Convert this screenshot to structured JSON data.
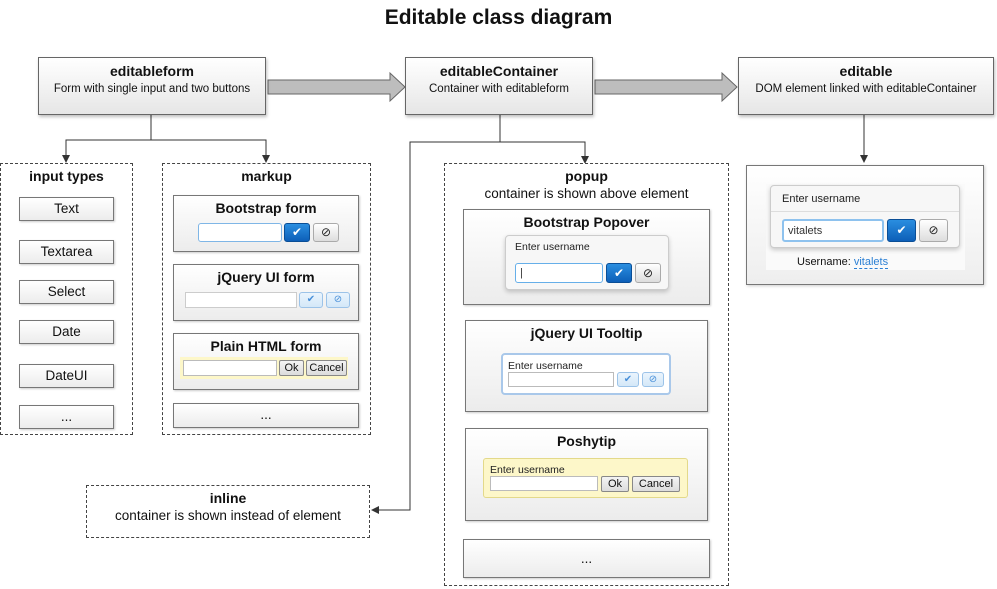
{
  "title": "Editable class diagram",
  "classes": {
    "editableform": {
      "name": "editableform",
      "desc": "Form with single input and two buttons"
    },
    "editableContainer": {
      "name": "editableContainer",
      "desc": "Container with editableform"
    },
    "editable": {
      "name": "editable",
      "desc": "DOM element linked with editableContainer"
    }
  },
  "input_types": {
    "title": "input types",
    "items": [
      "Text",
      "Textarea",
      "Select",
      "Date",
      "DateUI",
      "..."
    ]
  },
  "markup": {
    "title": "markup",
    "bootstrap": {
      "title": "Bootstrap form",
      "ok": "✔",
      "cancel": "⊘"
    },
    "jqueryui": {
      "title": "jQuery UI form",
      "ok": "✔",
      "cancel": "⊘"
    },
    "plain": {
      "title": "Plain HTML form",
      "ok": "Ok",
      "cancel": "Cancel"
    },
    "more": "..."
  },
  "popup": {
    "title": "popup",
    "subtitle": "container is shown above element",
    "bootstrap_popover": {
      "title": "Bootstrap Popover",
      "label": "Enter username",
      "ok": "✔",
      "cancel": "⊘"
    },
    "jqueryui_tooltip": {
      "title": "jQuery UI Tooltip",
      "label": "Enter username",
      "ok": "✔",
      "cancel": "⊘"
    },
    "poshytip": {
      "title": "Poshytip",
      "label": "Enter username",
      "ok": "Ok",
      "cancel": "Cancel"
    },
    "more": "..."
  },
  "inline": {
    "title": "inline",
    "subtitle": "container is shown instead of element"
  },
  "editable_example": {
    "label": "Enter username",
    "value": "vitalets",
    "ok": "✔",
    "cancel": "⊘",
    "caption_label": "Username:",
    "caption_value": "vitalets"
  },
  "colors": {
    "blue_button": "#0d5fb8",
    "link": "#2a7fd4",
    "poshytip_bg": "#fdf7c9"
  }
}
